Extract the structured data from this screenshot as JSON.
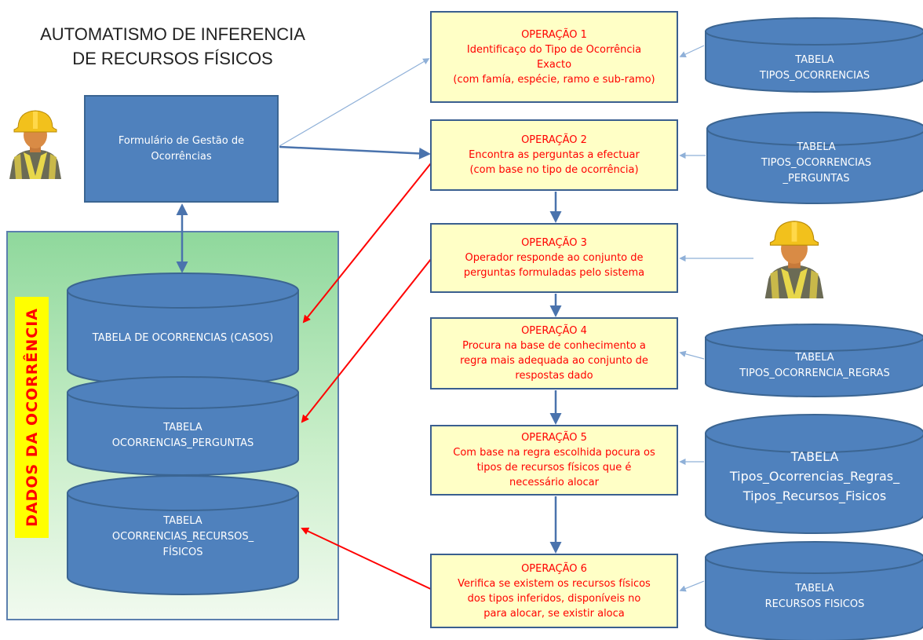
{
  "title": {
    "line1": "AUTOMATISMO DE INFERENCIA",
    "line2": "DE RECURSOS FÍSICOS"
  },
  "form": {
    "label": "Formulário  de Gestão de Ocorrências"
  },
  "side_label": "DADOS DA OCORRÊNCIA",
  "left_tables": [
    {
      "lines": [
        "TABELA DE OCORRENCIAS (CASOS)"
      ]
    },
    {
      "lines": [
        "TABELA",
        "OCORRENCIAS_PERGUNTAS"
      ]
    },
    {
      "lines": [
        "TABELA",
        "OCORRENCIAS_RECURSOS_",
        "FÍSICOS"
      ]
    }
  ],
  "operations": [
    {
      "lines": [
        "OPERAÇÃO 1",
        "Identificaço do Tipo de Ocorrência",
        "Exacto",
        "(com  famía, espécie, ramo e sub-ramo)"
      ]
    },
    {
      "lines": [
        "OPERAÇÃO 2",
        "Encontra as  perguntas a efectuar",
        "(com base no tipo de ocorrência)"
      ]
    },
    {
      "lines": [
        "OPERAÇÃO 3",
        "Operador responde ao conjunto  de",
        "perguntas formuladas pelo sistema"
      ]
    },
    {
      "lines": [
        "OPERAÇÃO 4",
        "Procura na base de conhecimento  a",
        "regra mais  adequada ao conjunto de",
        "respostas dado"
      ]
    },
    {
      "lines": [
        "OPERAÇÃO 5",
        "Com base na regra escolhida pocura os",
        "tipos de recursos físicos que é",
        "necessário alocar"
      ]
    },
    {
      "lines": [
        "OPERAÇÃO 6",
        "Verifica se existem os  recursos físicos",
        "dos tipos inferidos, disponíveis no",
        "para alocar, se existir aloca"
      ]
    }
  ],
  "right_tables": [
    {
      "lines": [
        "TABELA",
        "TIPOS_OCORRENCIAS"
      ]
    },
    {
      "lines": [
        "TABELA",
        "TIPOS_OCORRENCIAS",
        "_PERGUNTAS"
      ]
    },
    {
      "lines": [
        "TABELA",
        "TIPOS_OCORRENCIA_REGRAS"
      ]
    },
    {
      "lines": [
        "TABELA",
        "Tipos_Ocorrencias_Regras_",
        "Tipos_Recursos_Fisicos"
      ]
    },
    {
      "lines": [
        "TABELA",
        "RECURSOS FISICOS"
      ]
    }
  ],
  "colors": {
    "blue_fill": "#4f81bd",
    "blue_stroke": "#3b6592",
    "op_fill": "#ffffc6",
    "red": "#ff0000",
    "label_yellow": "#ffff00"
  },
  "icons": [
    "worker-icon"
  ]
}
